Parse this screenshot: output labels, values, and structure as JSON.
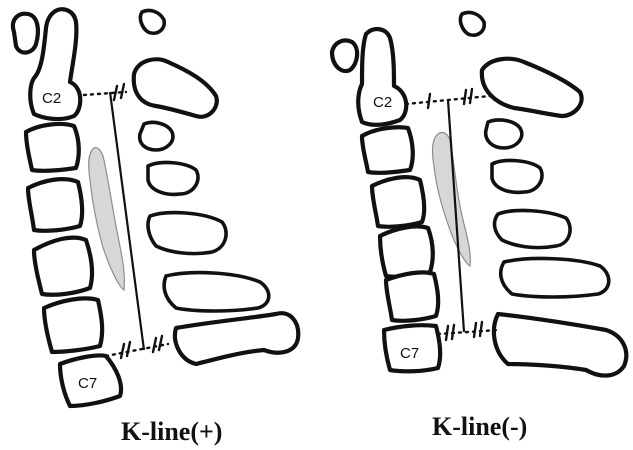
{
  "panels": [
    {
      "caption": "K-line(+)",
      "vertebra_labels": {
        "upper": "C2",
        "lower": "C7"
      }
    },
    {
      "caption": "K-line(-)",
      "vertebra_labels": {
        "upper": "C2",
        "lower": "C7"
      }
    }
  ]
}
